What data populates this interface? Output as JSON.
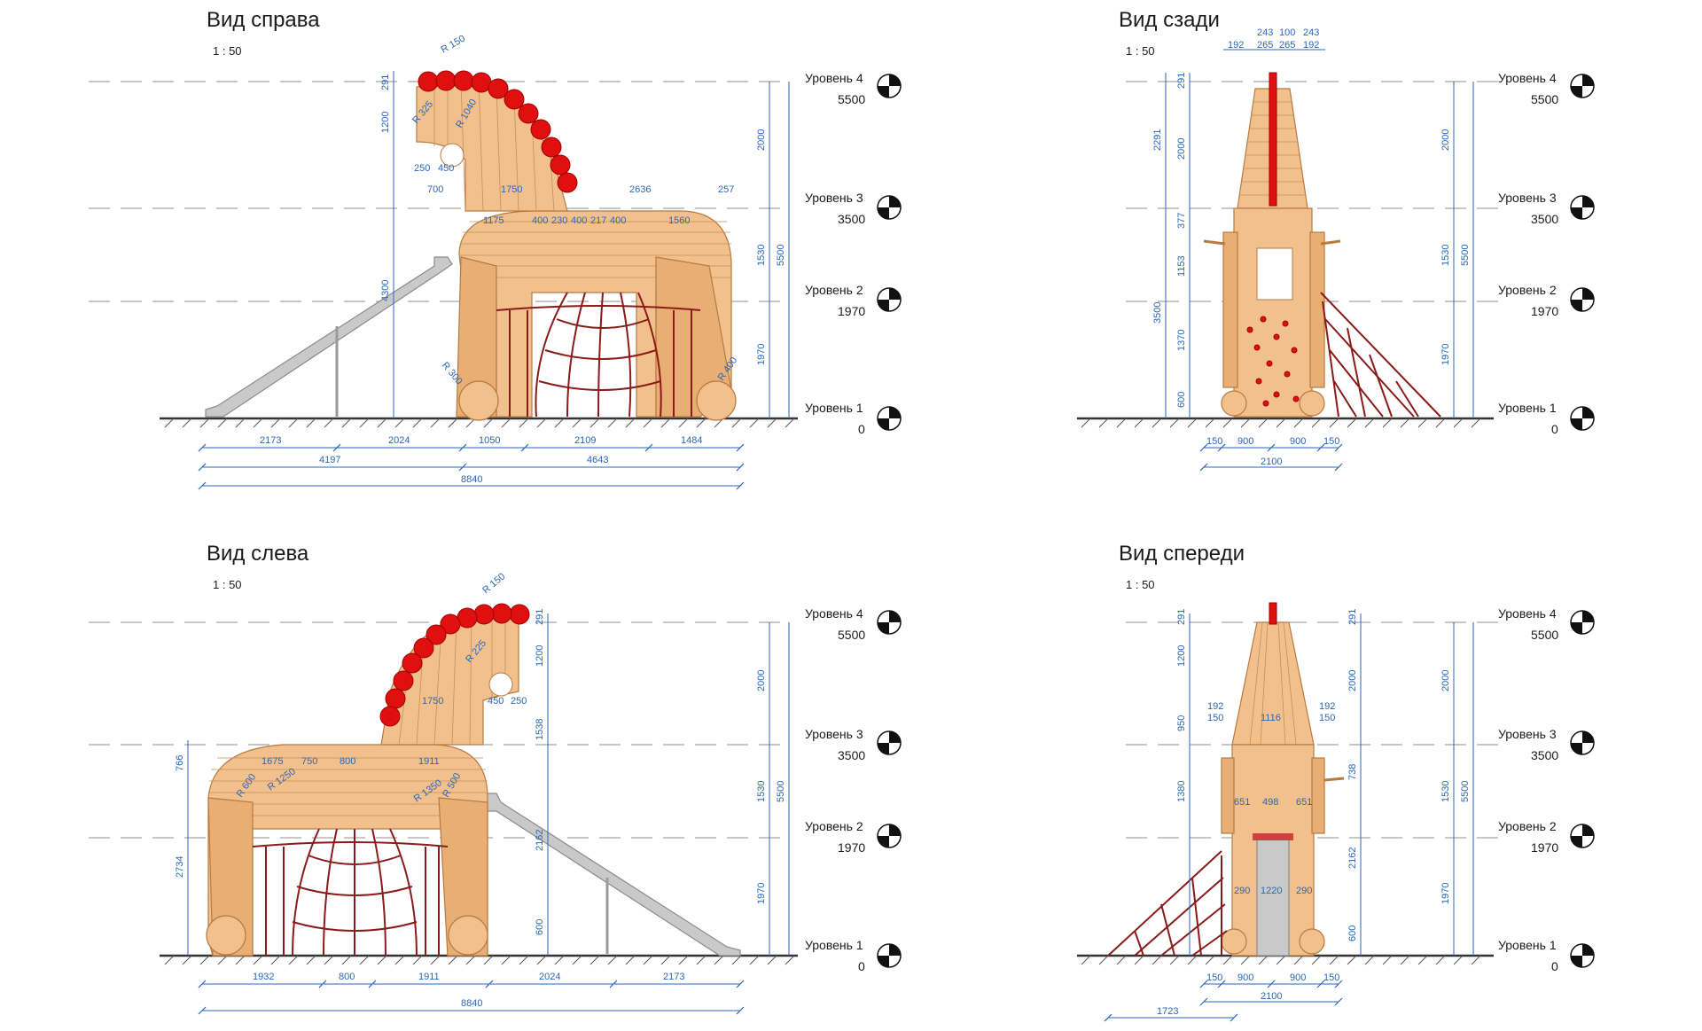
{
  "views": [
    {
      "id": "right",
      "title": "Вид справа",
      "scale": "1 : 50",
      "levels": [
        {
          "name": "Уровень 4",
          "value": "5500"
        },
        {
          "name": "Уровень 3",
          "value": "3500"
        },
        {
          "name": "Уровень 2",
          "value": "1970"
        },
        {
          "name": "Уровень 1",
          "value": "0"
        }
      ],
      "dims_bottom_row1": [
        "2173",
        "2024",
        "1050",
        "2109",
        "1484"
      ],
      "dims_bottom_row2": [
        "4197",
        "4643"
      ],
      "dims_bottom_total": "8840",
      "dims_right": [
        "2000",
        "1530",
        "1970",
        "5500"
      ],
      "dims_left": [
        "291",
        "1200",
        "4300"
      ],
      "dims_inner": [
        "R 150",
        "R 1040",
        "R 325",
        "250",
        "450",
        "700",
        "1750",
        "2636",
        "257",
        "400",
        "230",
        "400",
        "217",
        "400",
        "1175",
        "1560",
        "R 300",
        "R 400"
      ]
    },
    {
      "id": "back",
      "title": "Вид сзади",
      "scale": "1 : 50",
      "levels": [
        {
          "name": "Уровень 4",
          "value": "5500"
        },
        {
          "name": "Уровень 3",
          "value": "3500"
        },
        {
          "name": "Уровень 2",
          "value": "1970"
        },
        {
          "name": "Уровень 1",
          "value": "0"
        }
      ],
      "dims_top_row1": [
        "243",
        "100",
        "243"
      ],
      "dims_top_row2": [
        "192",
        "265",
        "265",
        "192"
      ],
      "dims_bottom_row1": [
        "150",
        "900",
        "900",
        "150"
      ],
      "dims_bottom_total": "2100",
      "dims_right": [
        "2000",
        "1530",
        "1970",
        "5500"
      ],
      "dims_left_inner": [
        "291",
        "2000",
        "377",
        "1153",
        "1370",
        "600"
      ],
      "dims_left_outer": [
        "2291",
        "3500"
      ]
    },
    {
      "id": "left",
      "title": "Вид слева",
      "scale": "1 : 50",
      "levels": [
        {
          "name": "Уровень 4",
          "value": "5500"
        },
        {
          "name": "Уровень 3",
          "value": "3500"
        },
        {
          "name": "Уровень 2",
          "value": "1970"
        },
        {
          "name": "Уровень 1",
          "value": "0"
        }
      ],
      "dims_bottom_row1": [
        "1932",
        "800",
        "1911",
        "2024",
        "2173"
      ],
      "dims_bottom_total": "8840",
      "dims_right": [
        "2000",
        "1530",
        "1970",
        "5500"
      ],
      "dims_left": [
        "766",
        "2734"
      ],
      "dims_inner": [
        "R 150",
        "R 225",
        "291",
        "1200",
        "1750",
        "450",
        "250",
        "1538",
        "1675",
        "750",
        "800",
        "1911",
        "R 600",
        "R 1250",
        "R 1350",
        "R 500",
        "2162",
        "600"
      ]
    },
    {
      "id": "front",
      "title": "Вид спереди",
      "scale": "1 : 50",
      "levels": [
        {
          "name": "Уровень 4",
          "value": "5500"
        },
        {
          "name": "Уровень 3",
          "value": "3500"
        },
        {
          "name": "Уровень 2",
          "value": "1970"
        },
        {
          "name": "Уровень 1",
          "value": "0"
        }
      ],
      "dims_bottom_row1": [
        "150",
        "900",
        "900",
        "150"
      ],
      "dims_bottom_total": "2100",
      "dims_bottom_net": "1723",
      "dims_right": [
        "2000",
        "1530",
        "1970",
        "5500"
      ],
      "dims_left": [
        "291",
        "1200",
        "950",
        "1380"
      ],
      "dims_inner_right": [
        "291",
        "2000",
        "738",
        "2162",
        "600"
      ],
      "dims_inner": [
        "192",
        "150",
        "1116",
        "192",
        "150",
        "651",
        "498",
        "651",
        "290",
        "1220",
        "290"
      ]
    }
  ]
}
